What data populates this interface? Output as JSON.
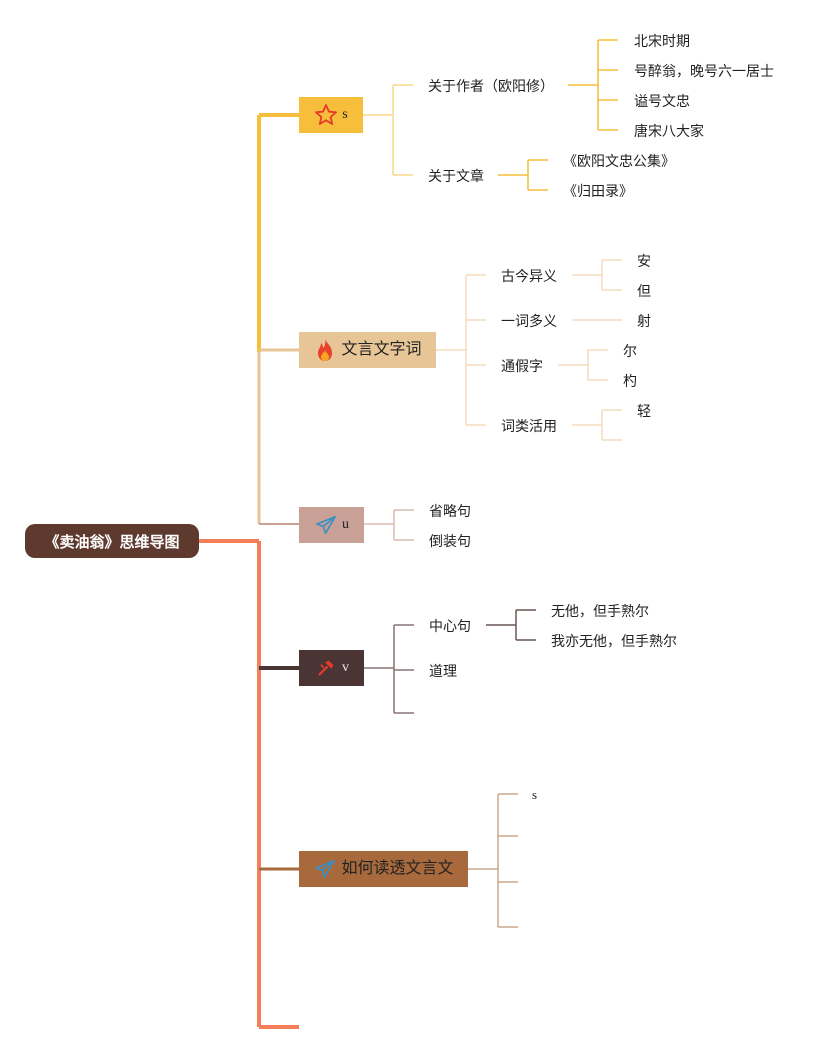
{
  "root": {
    "label": "《卖油翁》思维导图"
  },
  "colors": {
    "root": "#5e3a2e",
    "branch_yellow": "#f6be3a",
    "branch_tan": "#e8c596",
    "branch_rose": "#c9a095",
    "branch_dark": "#4b3434",
    "branch_brown": "#a86a3c",
    "trunk_orange": "#f47f5b"
  },
  "branches": [
    {
      "label": "s",
      "icon": "star-icon",
      "children": [
        {
          "label": "关于作者（欧阳修）",
          "children": [
            "北宋时期",
            "号醉翁，晚号六一居士",
            "谥号文忠",
            "唐宋八大家"
          ]
        },
        {
          "label": "关于文章",
          "children": [
            "《欧阳文忠公集》",
            "《归田录》"
          ]
        }
      ]
    },
    {
      "label": "文言文字词",
      "icon": "fire-icon",
      "children": [
        {
          "label": "古今异义",
          "children": [
            "安",
            "但"
          ]
        },
        {
          "label": "一词多义",
          "children": [
            "射"
          ]
        },
        {
          "label": "通假字",
          "children": [
            "尔",
            "杓"
          ]
        },
        {
          "label": "词类活用",
          "children": [
            "轻",
            ""
          ]
        }
      ]
    },
    {
      "label": "u",
      "icon": "paper-plane-icon",
      "children": [
        {
          "label": "省略句",
          "children": []
        },
        {
          "label": "倒装句",
          "children": []
        }
      ]
    },
    {
      "label": "v",
      "icon": "hammer-icon",
      "children": [
        {
          "label": "中心句",
          "children": [
            "无他，但手熟尔",
            "我亦无他，但手熟尔"
          ]
        },
        {
          "label": "道理",
          "children": []
        },
        {
          "label": "",
          "children": []
        }
      ]
    },
    {
      "label": "如何读透文言文",
      "icon": "paper-plane-icon",
      "children": [
        {
          "label": "s",
          "children": []
        },
        {
          "label": "",
          "children": []
        },
        {
          "label": "",
          "children": []
        },
        {
          "label": "",
          "children": []
        }
      ]
    }
  ]
}
